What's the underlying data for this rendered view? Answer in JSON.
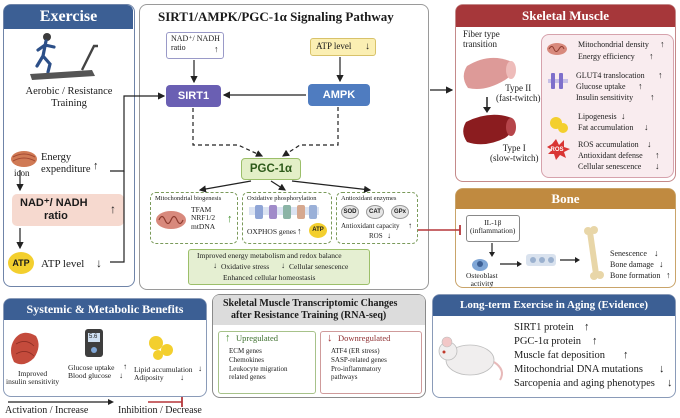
{
  "exercise": {
    "title": "Exercise",
    "training": "Aerobic / Resistance\nTraining",
    "energy": "Energy\nexpenditure",
    "icon_caption": "icon",
    "nad_ratio_l1": "NAD⁺/ NADH",
    "nad_ratio_l2": "ratio",
    "atp_badge": "ATP",
    "atp_level": "ATP level"
  },
  "pathway": {
    "title": "SIRT1/AMPK/PGC-1α Signaling Pathway",
    "nad_box": "NAD⁺/ NADH\nratio",
    "atp_box": "ATP level",
    "sirt1": "SIRT1",
    "ampk": "AMPK",
    "pgc": "PGC-1α",
    "mito_title": "Mitochondrial biogenesis",
    "mito_genes": "TFAM\nNRF1/2\nmtDNA",
    "oxphos_title": "Oxidative phosphorylation",
    "oxphos_genes": "OXPHOS genes",
    "atp_badge": "ATP",
    "antiox_title": "Antioxidant enzymes",
    "sod": "SOD",
    "cat": "CAT",
    "gpx": "GPx",
    "antiox_cap": "Antioxidant capacity",
    "ros": "ROS",
    "balance_l1": "Improved energy metabolism and redox balance",
    "balance_l2a": "Oxidative stress",
    "balance_l2b": "Cellular senescence",
    "balance_l3": "Enhanced cellular homeostasis"
  },
  "skeletal": {
    "title": "Skeletal Muscle",
    "fiber_transition": "Fiber type\ntransition",
    "type2": "Type II\n(fast-twitch)",
    "type1": "Type I\n(slow-twitch)",
    "mito_density": "Mitochondrial density",
    "energy_eff": "Energy efficiency",
    "glut4": "GLUT4 translocation",
    "glucose_uptake": "Glucose uptake",
    "insulin_sens": "Insulin sensitivity",
    "lipogenesis": "Lipogenesis",
    "fat_acc": "Fat accumulation",
    "ros_badge": "ROS",
    "ros_acc": "ROS accumulation",
    "antiox_def": "Antioxidant defense",
    "cell_sen": "Cellular senescence"
  },
  "bone": {
    "title": "Bone",
    "il1b": "IL-1β\n(inflammation)",
    "osteoblast": "Osteoblast\nactivity",
    "senescence": "Senescence",
    "bone_damage": "Bone damage",
    "bone_formation": "Bone formation"
  },
  "systemic": {
    "title": "Systemic & Metabolic Benefits",
    "insulin": "Improved\ninsulin sensitivity",
    "meter_value": "5.6",
    "glucose": "Glucose uptake\nBlood glucose",
    "lipid": "Lipid accumulation\nAdiposity"
  },
  "transcript": {
    "title_l1": "Skeletal Muscle Transcriptomic Changes",
    "title_l2": "after Resistance Training  (RNA-seq)",
    "up_label": "Upregulated",
    "up_items": [
      "ECM genes",
      "Chemokines",
      "Leukocyte migration\nrelated genes"
    ],
    "down_label": "Downregulated",
    "down_items": [
      "ATF4 (ER stress)",
      "SASP-related genes",
      "Pro-inflammatory\npathways"
    ]
  },
  "longterm": {
    "title": "Long-term Exercise in Aging (Evidence)",
    "items": [
      "SIRT1 protein",
      "PGC-1α protein",
      "Muscle fat deposition",
      "Mitochondrial DNA mutations",
      "Sarcopenia and aging phenotypes"
    ]
  },
  "legend": {
    "activation": "Activation / Increase",
    "inhibition": "Inhibition / Decrease"
  },
  "colors": {
    "exercise": "#3c5f94",
    "pathway_border": "#9a9a9a",
    "skeletal": "#a6373a",
    "bone": "#c08a40",
    "systemic": "#3c5f94",
    "transcript": "#6a6a6a",
    "longterm": "#3c5f94",
    "sirt1": "#6a5fb3",
    "ampk": "#4f7cc0",
    "pgc_fill": "#e3efc7",
    "up": "#4f8f3a",
    "down": "#a6373a"
  }
}
